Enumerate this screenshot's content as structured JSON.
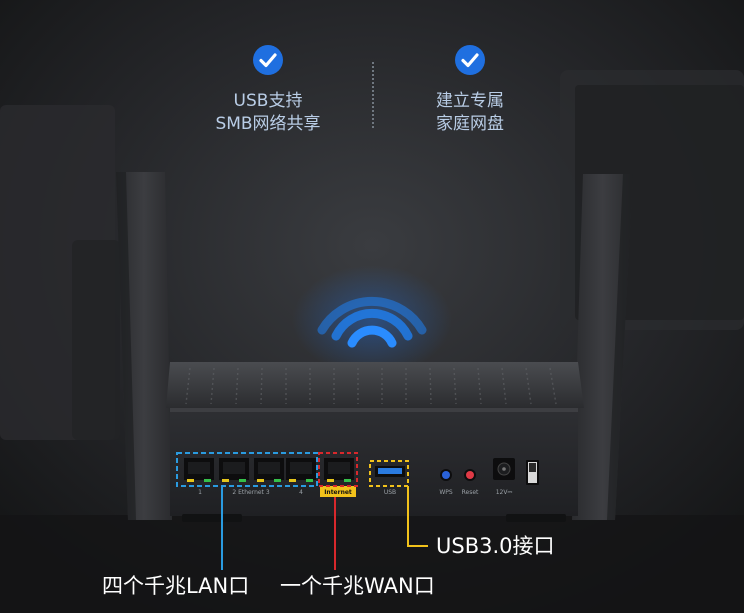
{
  "features": [
    {
      "icon": "checkmark-icon",
      "line1": "USB支持",
      "line2": "SMB网络共享"
    },
    {
      "icon": "checkmark-icon",
      "line1": "建立专属",
      "line2": "家庭网盘"
    }
  ],
  "callouts": {
    "usb": "USB3.0接口",
    "lan": "四个千兆LAN口",
    "wan": "一个千兆WAN口"
  },
  "port_labels": {
    "lan1": "1",
    "lan_mid": "2  Ethernet  3",
    "lan4": "4",
    "internet": "Internet",
    "usb": "USB",
    "wps": "WPS",
    "reset": "Reset",
    "power": "12V⎓"
  },
  "colors": {
    "accent_blue": "#1f6fe0",
    "lan_highlight": "#2a9be0",
    "wan_highlight": "#d8282c",
    "usb_highlight": "#f2c21b",
    "feature_text": "#b9cde6"
  }
}
